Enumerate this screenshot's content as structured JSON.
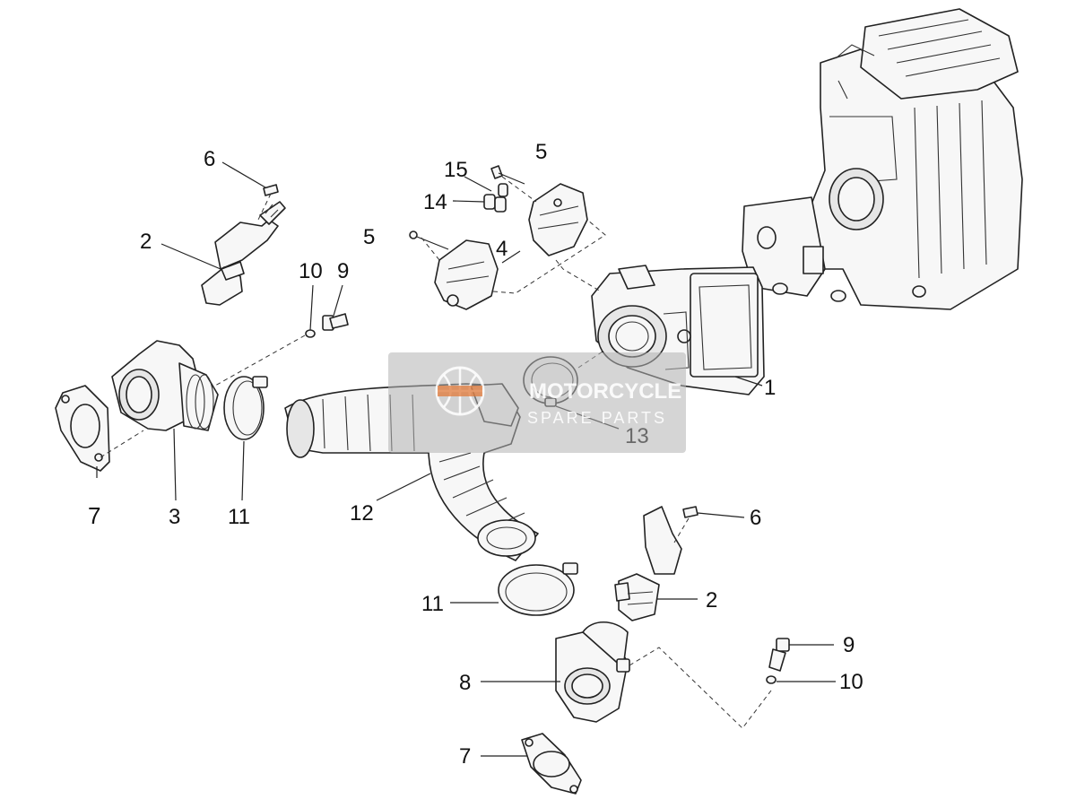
{
  "callouts": [
    {
      "id": "c1",
      "label": "1"
    },
    {
      "id": "c2a",
      "label": "2"
    },
    {
      "id": "c2b",
      "label": "2"
    },
    {
      "id": "c3",
      "label": "3"
    },
    {
      "id": "c4",
      "label": "4"
    },
    {
      "id": "c5a",
      "label": "5"
    },
    {
      "id": "c5b",
      "label": "5"
    },
    {
      "id": "c6a",
      "label": "6"
    },
    {
      "id": "c6b",
      "label": "6"
    },
    {
      "id": "c7a",
      "label": "7"
    },
    {
      "id": "c7b",
      "label": "7"
    },
    {
      "id": "c8",
      "label": "8"
    },
    {
      "id": "c9a",
      "label": "9"
    },
    {
      "id": "c9b",
      "label": "9"
    },
    {
      "id": "c10a",
      "label": "10"
    },
    {
      "id": "c10b",
      "label": "10"
    },
    {
      "id": "c11a",
      "label": "11"
    },
    {
      "id": "c11b",
      "label": "11"
    },
    {
      "id": "c12",
      "label": "12"
    },
    {
      "id": "c13",
      "label": "13"
    },
    {
      "id": "c14",
      "label": "14"
    },
    {
      "id": "c15",
      "label": "15"
    }
  ],
  "watermark": {
    "line1": "MOTORCYCLE",
    "line2": "SPARE PARTS",
    "color": "#b3b3b3",
    "accent": "#e07a3a"
  }
}
